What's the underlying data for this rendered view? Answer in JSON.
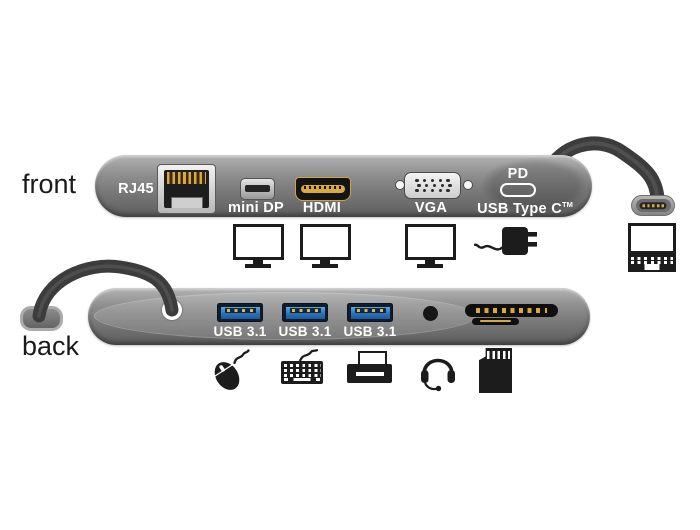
{
  "labels": {
    "front": "front",
    "back": "back"
  },
  "front_dock": {
    "rj45_label": "RJ45",
    "mini_dp_label": "mini DP",
    "hdmi_label": "HDMI",
    "vga_label": "VGA",
    "pd_label": "PD",
    "usb_type_c_label": "USB Type C",
    "trademark": "TM"
  },
  "back_dock": {
    "usb_ports": [
      {
        "label": "USB 3.1"
      },
      {
        "label": "USB 3.1"
      },
      {
        "label": "USB 3.1"
      }
    ]
  },
  "icons": {
    "front_row": [
      "monitor-icon",
      "monitor-icon",
      "monitor-icon",
      "power-adapter-icon",
      "laptop-icon"
    ],
    "back_row": [
      "mouse-icon",
      "keyboard-icon",
      "printer-icon",
      "headset-icon",
      "memory-card-icon"
    ]
  },
  "colors": {
    "dock_gray": "#7c7c7c",
    "cable_dark": "#3c3c3c",
    "usb_blue": "#2a72b8",
    "contact_gold": "#d9a93c",
    "icon_black": "#1c1c1c",
    "label_white": "#ffffff",
    "background": "#ffffff"
  }
}
